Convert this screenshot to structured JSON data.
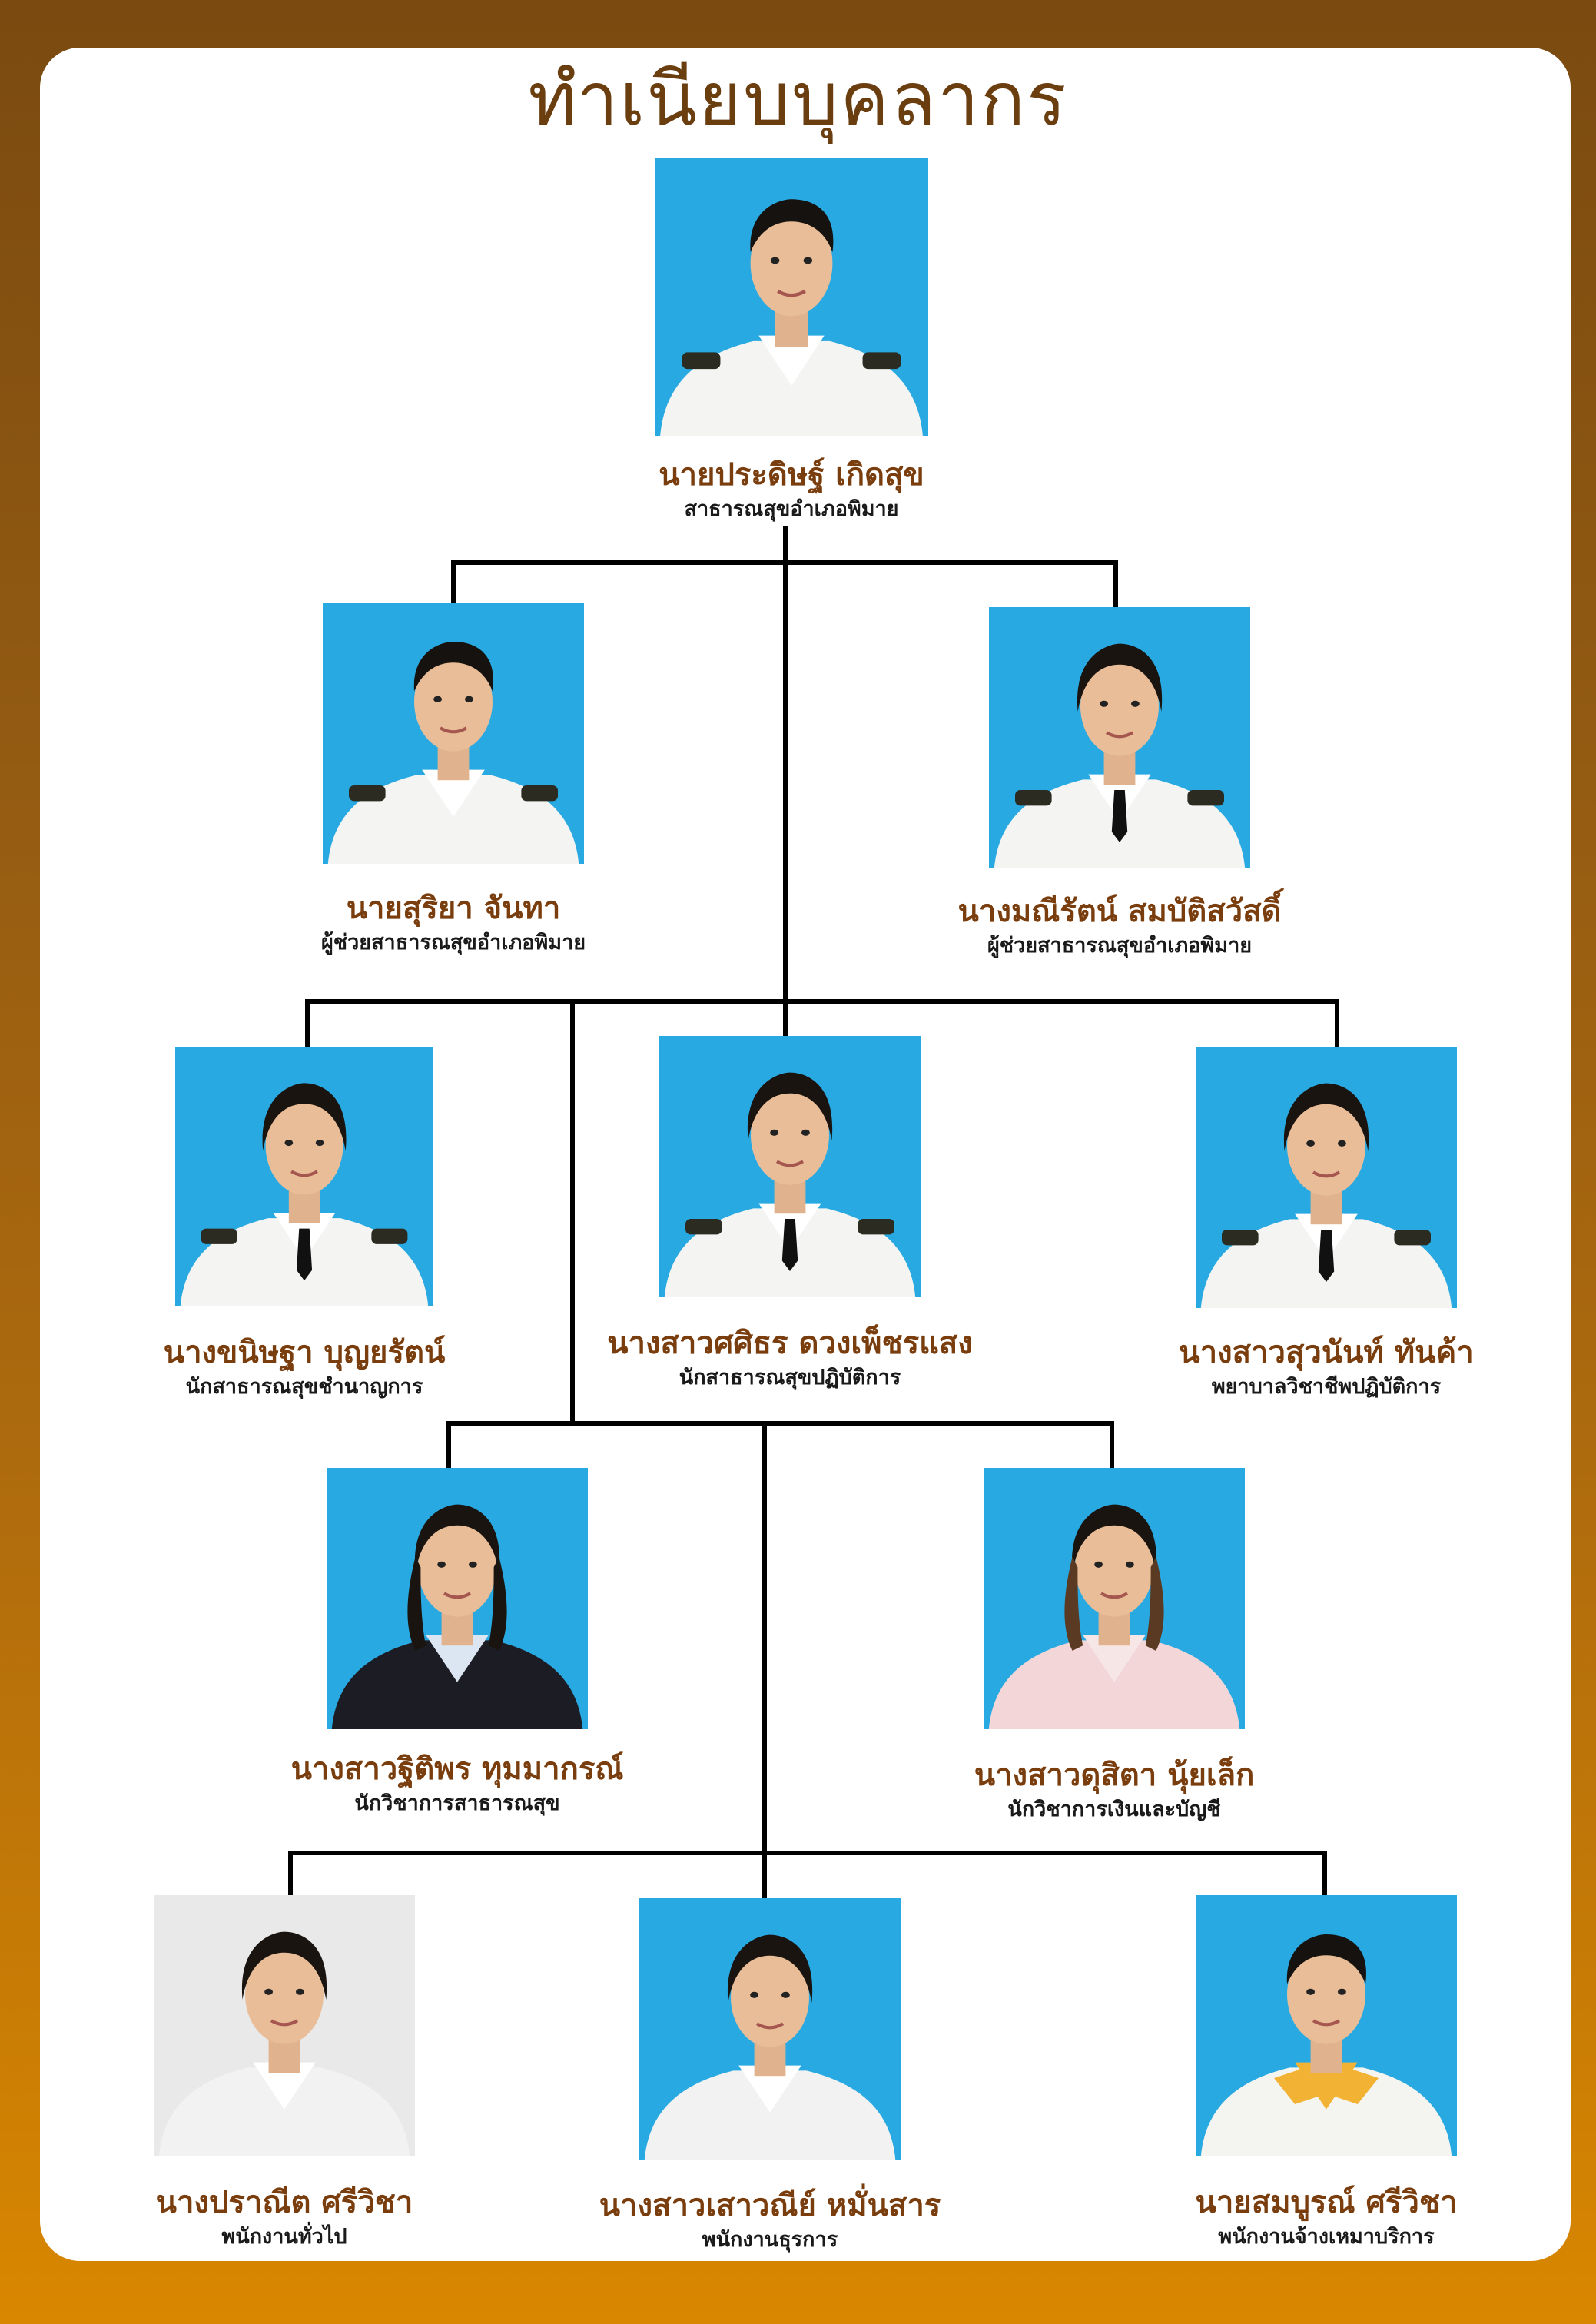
{
  "title": "ทำเนียบบุคลากร",
  "colors": {
    "frame_dark": "#7a4a10",
    "frame_light": "#d98700",
    "title": "#6b3e10",
    "name": "#7a3e0e",
    "role": "#1a1a1a",
    "line": "#000000",
    "photo_bg": "#29a9e1"
  },
  "people": [
    {
      "name": "นายประดิษฐ์ เกิดสุข",
      "role": "สาธารณสุขอำเภอพิมาย",
      "attire": "white-uniform",
      "gender": "male"
    },
    {
      "name": "นายสุริยา จันทา",
      "role": "ผู้ช่วยสาธารณสุขอำเภอพิมาย",
      "attire": "white-uniform",
      "gender": "male"
    },
    {
      "name": "นางมณีรัตน์ สมบัติสวัสดิ์",
      "role": "ผู้ช่วยสาธารณสุขอำเภอพิมาย",
      "attire": "white-uniform",
      "gender": "female"
    },
    {
      "name": "นางขนิษฐา บุญยรัตน์",
      "role": "นักสาธารณสุขชำนาญการ",
      "attire": "white-uniform",
      "gender": "female"
    },
    {
      "name": "นางสาวศศิธร ดวงเพ็ชรแสง",
      "role": "นักสาธารณสุขปฏิบัติการ",
      "attire": "white-uniform",
      "gender": "female"
    },
    {
      "name": "นางสาวสุวนันท์ ทันค้า",
      "role": "พยาบาลวิชาชีพปฏิบัติการ",
      "attire": "white-uniform",
      "gender": "female"
    },
    {
      "name": "นางสาวฐิติพร ทุมมากรณ์",
      "role": "นักวิชาการสาธารณสุข",
      "attire": "dark-suit",
      "gender": "female"
    },
    {
      "name": "นางสาวดุสิตา นุ้ยเล็ก",
      "role": "นักวิชาการเงินและบัญชี",
      "attire": "pink-blouse",
      "gender": "female"
    },
    {
      "name": "นางปราณีต ศรีวิชา",
      "role": "พนักงานทั่วไป",
      "attire": "white-shirt",
      "gender": "female"
    },
    {
      "name": "นางสาวเสาวณีย์ หมั่นสาร",
      "role": "พนักงานธุรการ",
      "attire": "white-shirt",
      "gender": "female"
    },
    {
      "name": "นายสมบูรณ์ ศรีวิชา",
      "role": "พนักงานจ้างเหมาบริการ",
      "attire": "yellow-collar",
      "gender": "male"
    }
  ]
}
